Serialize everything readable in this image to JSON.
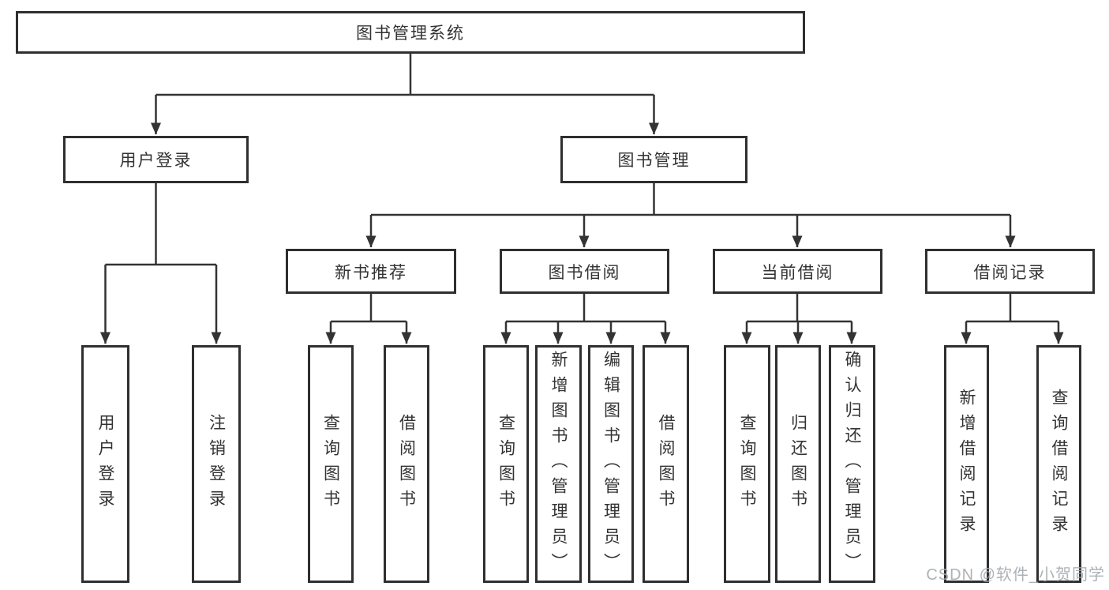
{
  "diagram": {
    "root": {
      "label": "图书管理系统"
    },
    "user_login": {
      "label": "用户登录"
    },
    "book_management": {
      "label": "图书管理"
    },
    "new_book_recommend": {
      "label": "新书推荐"
    },
    "book_borrowing": {
      "label": "图书借阅"
    },
    "current_borrowing": {
      "label": "当前借阅"
    },
    "borrowing_records": {
      "label": "借阅记录"
    },
    "leaves": {
      "user_login": [
        "用户登录",
        "注销登录"
      ],
      "new_book_recommend": [
        "查询图书",
        "借阅图书"
      ],
      "book_borrowing": [
        "查询图书",
        "新增图书（管理员）",
        "编辑图书（管理员）",
        "借阅图书"
      ],
      "current_borrowing": [
        "查询图书",
        "归还图书",
        "确认归还（管理员）"
      ],
      "borrowing_records": [
        "新增借阅记录",
        "查询借阅记录"
      ]
    }
  },
  "watermark": {
    "text": "CSDN @软件_小贺同学"
  },
  "colors": {
    "line": "#333333",
    "text": "#333333",
    "box_background": "#ffffff",
    "watermark": "#a5aaaf",
    "background": "#ffffff"
  }
}
